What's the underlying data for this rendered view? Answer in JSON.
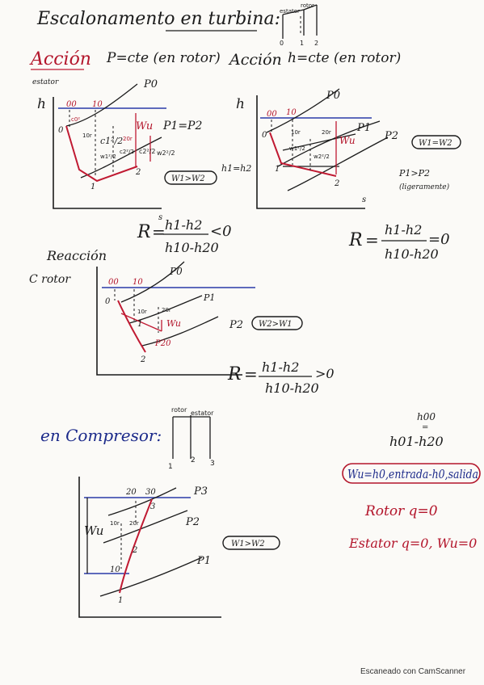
{
  "header": {
    "title": "Escalonamento en turbina:"
  },
  "stage_sketch": {
    "rotor": "rotor",
    "estator": "estator",
    "p0": "0",
    "p1": "1",
    "p2": "2"
  },
  "accion_rotor": {
    "heading": "Acción",
    "sub": "estator",
    "cond": "P=cte (en rotor)",
    "y_axis": "h",
    "x_axis": "s",
    "labels": {
      "p0": "P0",
      "p12": "P1=P2",
      "s00": "00",
      "s10": "10",
      "s0": "0",
      "s1": "1",
      "s2": "2",
      "c0": "c0²",
      "c1": "c1²/2",
      "c12": "c1²/2",
      "c2": "c2²/2",
      "c22": "c2²/2",
      "w2": "w2²/2",
      "w1": "w1²/2",
      "h10r": "10r",
      "h20r": "20r",
      "wu": "Wu"
    },
    "pill": "W1>W2",
    "formula": {
      "lhs": "R",
      "num": "h1-h2",
      "den": "h10-h20",
      "rel": "<0"
    }
  },
  "accion_h": {
    "heading": "Acción",
    "cond": "h=cte (en rotor)",
    "y_axis": "h",
    "x_axis": "s",
    "side_label": "h1=h2",
    "labels": {
      "p0": "P0",
      "p1": "P1",
      "p2": "P2",
      "s00": "00",
      "s10": "10",
      "s0": "0",
      "s1": "1",
      "s2": "2",
      "h10r": "10r",
      "h20r": "20r",
      "w1": "w1²/2",
      "w2": "w2²/2",
      "wu": "Wu"
    },
    "pill": "W1=W2",
    "note": "P1>P2",
    "note2": "(ligeramente)",
    "formula": {
      "lhs": "R",
      "num": "h1-h2",
      "den": "h10-h20",
      "rel": "=0"
    }
  },
  "reaccion": {
    "heading": "Reacción",
    "sub": "C rotor",
    "labels": {
      "p0": "P0",
      "p1": "P1",
      "p2": "P2",
      "s00": "00",
      "s10": "10",
      "s0": "0",
      "s1": "1",
      "s2": "2",
      "h10r": "10r",
      "h20r": "20r",
      "wu": "Wu",
      "p20": "P20"
    },
    "pill": "W2>W1",
    "formula": {
      "lhs": "R",
      "num": "h1-h2",
      "den": "h10-h20",
      "rel": ">0"
    }
  },
  "compresor": {
    "heading": "en Compresor:",
    "sketch": {
      "rotor": "rotor",
      "estator": "estator",
      "p1": "1",
      "p2": "2",
      "p3": "3"
    },
    "labels": {
      "p3": "P3",
      "p2": "P2",
      "p1": "P1",
      "s20": "20",
      "s30": "30",
      "s3": "3",
      "s2": "2",
      "s1": "1",
      "s10": "10",
      "h10r": "10r",
      "h20r": "20r",
      "wu": "Wu"
    },
    "pill": "W1>W2",
    "right": {
      "h00": "h00",
      "eq": "=",
      "h01": "h01-h20",
      "wu_eq": "Wu=h0,entrada-h0,salida",
      "rotor": "Rotor  q=0",
      "estator": "Estator  q=0, Wu=0"
    }
  },
  "footer": {
    "scanner": "Escaneado con CamScanner"
  }
}
